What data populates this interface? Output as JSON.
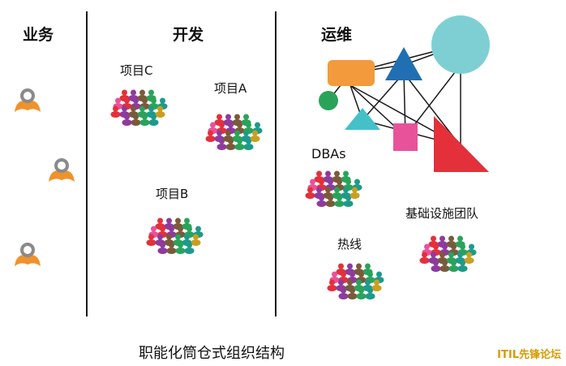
{
  "columns": {
    "business": "业务",
    "development": "开发",
    "operations": "运维"
  },
  "projects": {
    "c": "项目C",
    "a": "项目A",
    "b": "项目B"
  },
  "teams": {
    "dbas": "DBAs",
    "infra": "基础设施团队",
    "hotline": "热线"
  },
  "caption": "职能化筒仓式组织结构",
  "watermark": "ITIL先锋论坛",
  "colors": {
    "user_orange": "#f0922b",
    "user_grey": "#8a8a8a",
    "shape_orange": "#f29a3c",
    "shape_blue": "#1f6fb2",
    "shape_teal": "#7ecfd4",
    "shape_green": "#2aa35a",
    "shape_cyan": "#45c0c9",
    "shape_pink": "#e8529a",
    "shape_red": "#e3303a",
    "team_palette": [
      "#e3303a",
      "#2aa35a",
      "#f0922b",
      "#8e3a9e",
      "#1d9a8a",
      "#e8529a",
      "#7a5a3a",
      "#c8a020"
    ]
  }
}
